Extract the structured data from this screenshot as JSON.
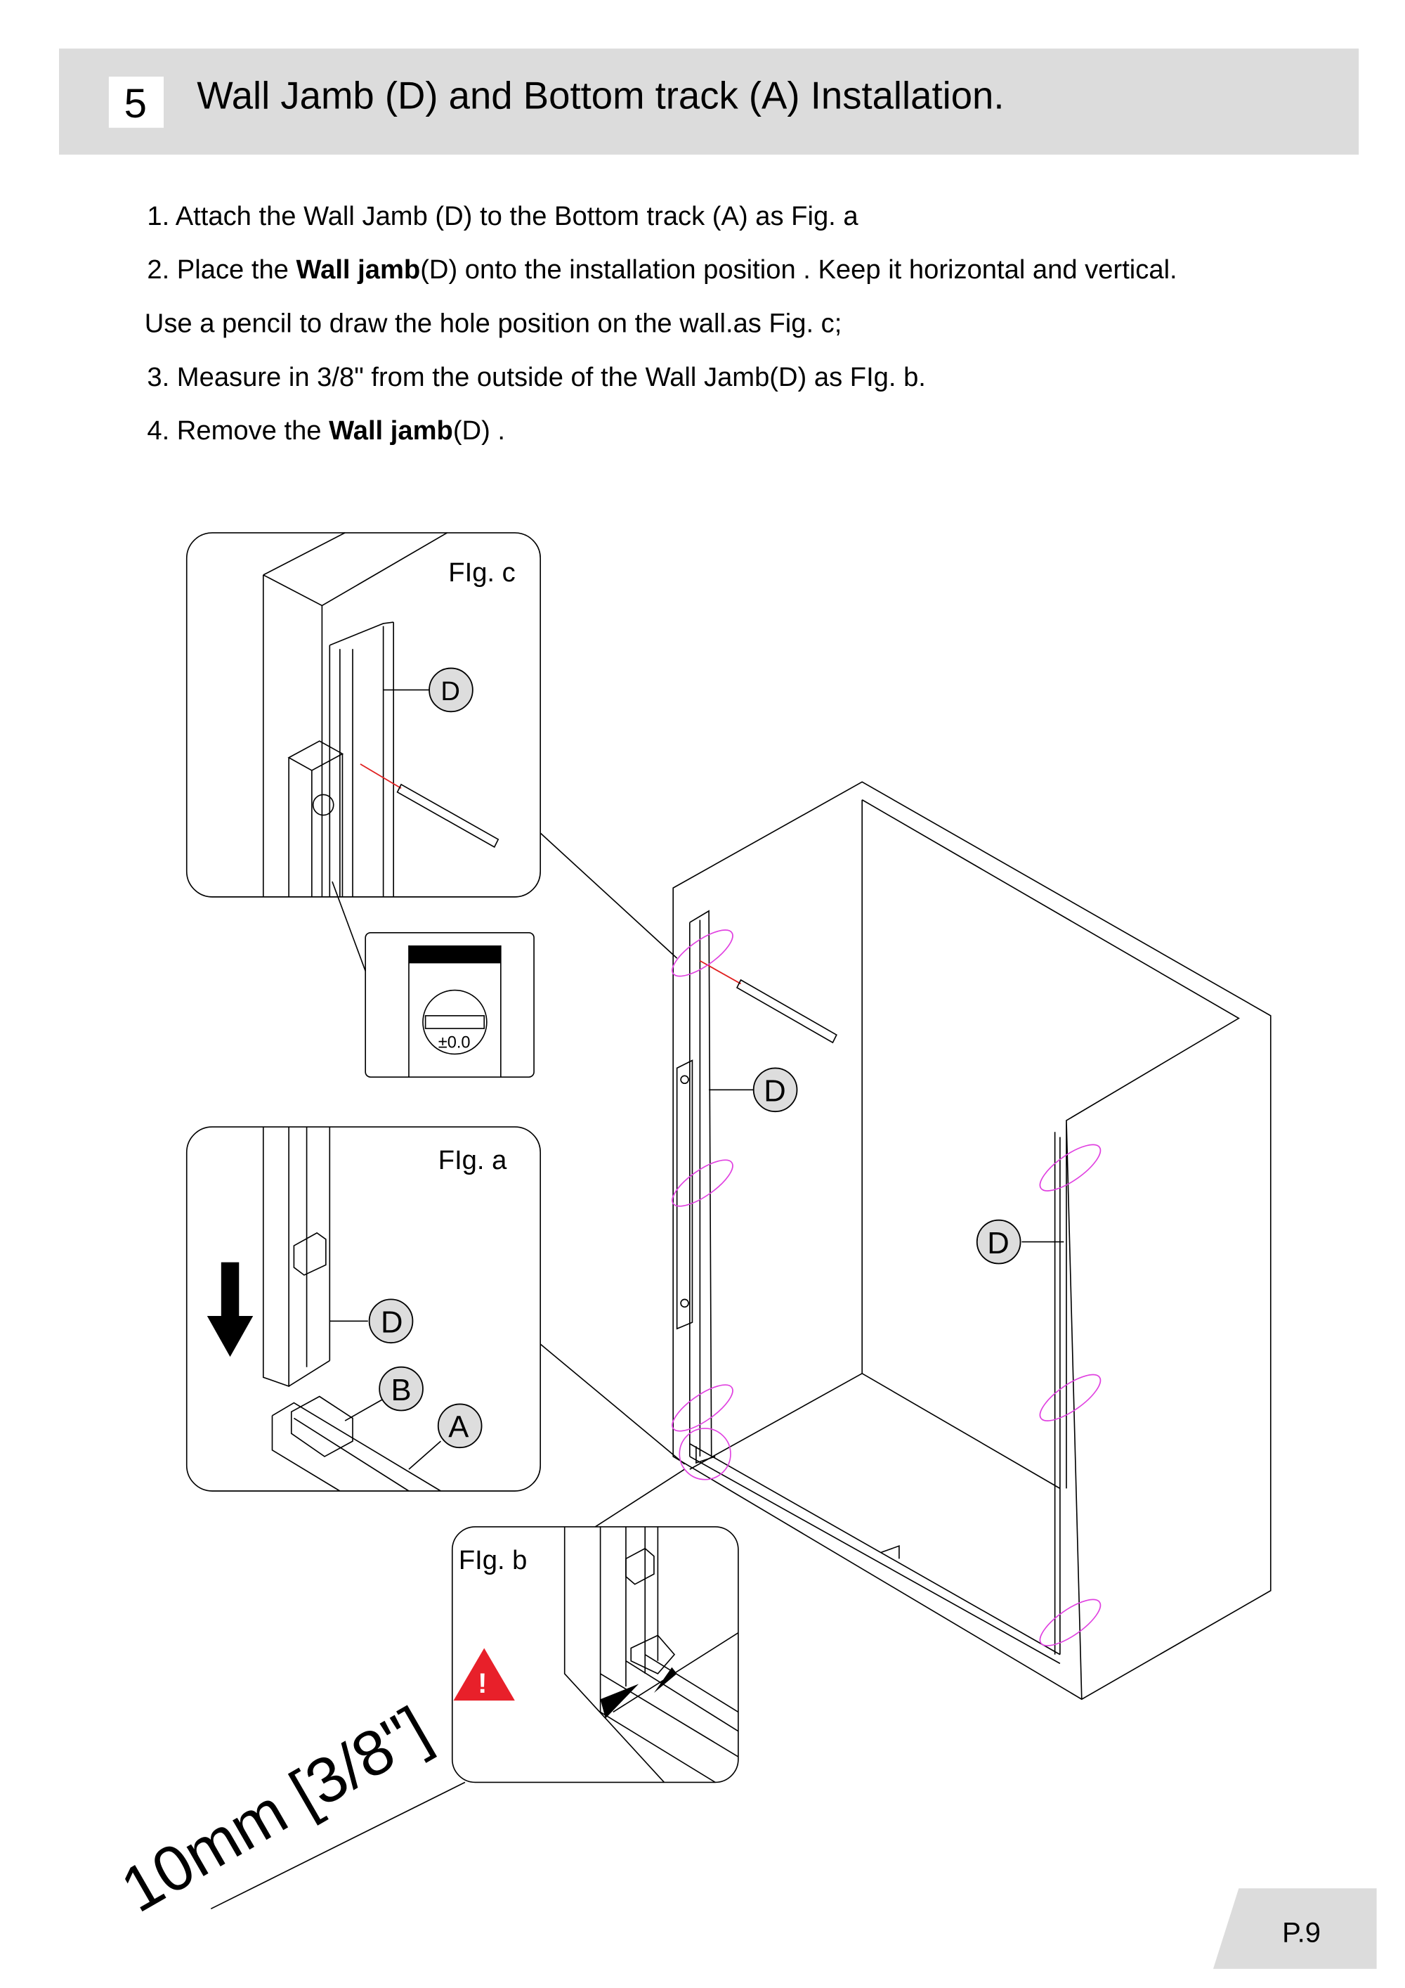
{
  "header": {
    "step_number": "5",
    "title": "Wall Jamb (D) and  Bottom track (A) Installation."
  },
  "instructions": [
    {
      "pre": "1. Attach the Wall Jamb (D) to the Bottom track (A) as Fig. a",
      "bold": "",
      "post": ""
    },
    {
      "pre": "2. Place the ",
      "bold": "Wall jamb",
      "post": "(D) onto the installation position . Keep it horizontal and vertical."
    },
    {
      "pre": "Use a pencil to draw the hole position on the wall.as Fig. c;",
      "bold": "",
      "post": ""
    },
    {
      "pre": "3. Measure in 3/8\" from the outside of the Wall Jamb(D)  as FIg. b.",
      "bold": "",
      "post": ""
    },
    {
      "pre": "4. Remove the ",
      "bold": "Wall jamb",
      "post": "(D) ."
    }
  ],
  "figures": {
    "fig_c": {
      "title": "FIg. c",
      "part_label": "D",
      "level_readout": "±0.0"
    },
    "fig_a": {
      "title": "FIg. a",
      "labels": [
        "D",
        "B",
        "A"
      ]
    },
    "fig_b": {
      "title": "FIg. b",
      "warning_mark": "!"
    },
    "main": {
      "labels": [
        "D",
        "D"
      ]
    }
  },
  "dimension": "10mm [3/8\"]",
  "page_number": "P.9",
  "colors": {
    "header_bg": "#dcdcdc",
    "warning": "#e8202a",
    "marker": "#e040e0",
    "laser": "#e02020"
  }
}
